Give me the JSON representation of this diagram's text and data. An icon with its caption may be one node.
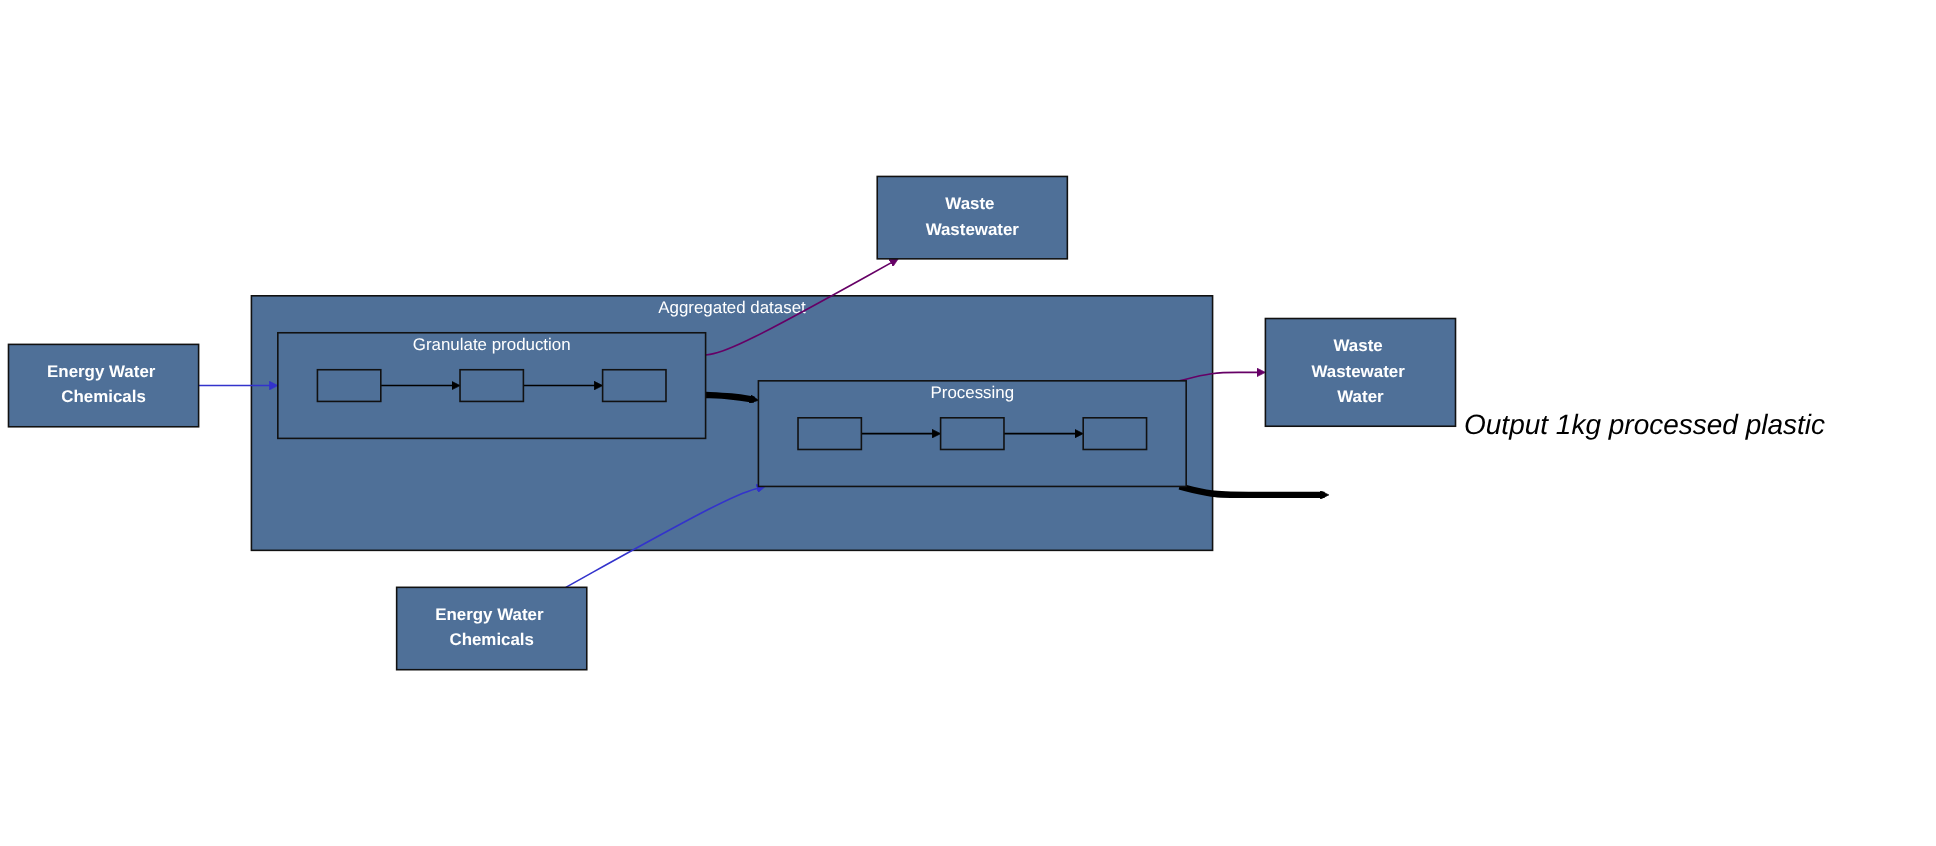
{
  "diagram": {
    "nodes": [
      {
        "text": [
          "Energy Water Chemicals"
        ]
      },
      {
        "text": [
          "Waste Wastewater"
        ]
      },
      {
        "text": [
          "Energy Water Chemicals"
        ]
      },
      {
        "text": [
          "Waste Wastewater Water"
        ]
      },
      {
        "text": [
          "Aggregated dataset"
        ]
      },
      {
        "text": [
          "Granulate production"
        ],
        "in": 4
      },
      {
        "text": [],
        "shape": "box",
        "in": 5
      },
      {
        "text": [],
        "shape": "box",
        "in": 5
      },
      {
        "text": [],
        "shape": "box",
        "in": 5
      },
      {
        "text": [
          "Processing"
        ],
        "in": 4
      },
      {
        "text": [],
        "shape": "box",
        "in": 9
      },
      {
        "text": [],
        "shape": "box",
        "in": 9
      },
      {
        "text": [],
        "shape": "box",
        "in": 9
      }
    ],
    "edges": [
      {
        "from": 0,
        "to": 5,
        "arrow": "to",
        "color": "#3333cc"
      },
      {
        "from": 5,
        "to": 1,
        "arrow": "to",
        "color": "#660066"
      },
      {
        "from": 6,
        "to": 7,
        "arrow": "to"
      },
      {
        "from": 7,
        "to": 8,
        "arrow": "to"
      },
      {
        "from": 5,
        "to": 9,
        "arrow": "to",
        "style": "thick"
      },
      {
        "from": 2,
        "to": 9,
        "arrow": "to",
        "color": "#3333cc"
      },
      {
        "from": 9,
        "to": 3,
        "arrow": "to",
        "color": "#660066"
      },
      {
        "from": 10,
        "to": 11,
        "arrow": "to"
      },
      {
        "from": 11,
        "to": 12,
        "arrow": "to"
      },
      {
        "from": 9,
        "to": null,
        "arrow": "to",
        "style": "thick"
      }
    ],
    "labels": [
      "Output 1kg processed plastic"
    ]
  }
}
